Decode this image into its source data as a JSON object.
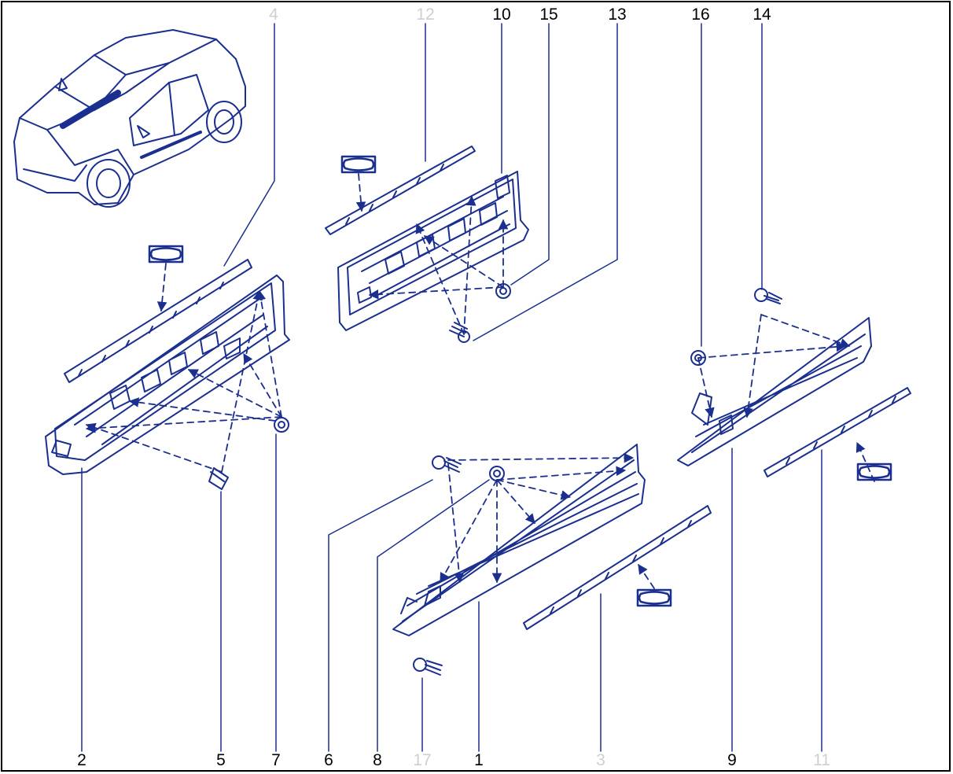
{
  "diagram": {
    "line_color": "#1b2f8f",
    "fill_color": "#ffffff",
    "frame_color": "#000000",
    "muted_label_color": "#cfcfcf",
    "callouts_top": [
      {
        "label": "4",
        "muted": true
      },
      {
        "label": "12",
        "muted": true
      },
      {
        "label": "10",
        "muted": false
      },
      {
        "label": "15",
        "muted": false
      },
      {
        "label": "13",
        "muted": false
      },
      {
        "label": "16",
        "muted": false
      },
      {
        "label": "14",
        "muted": false
      }
    ],
    "callouts_bottom": [
      {
        "label": "2",
        "muted": false
      },
      {
        "label": "5",
        "muted": false
      },
      {
        "label": "7",
        "muted": false
      },
      {
        "label": "6",
        "muted": false
      },
      {
        "label": "8",
        "muted": false
      },
      {
        "label": "17",
        "muted": true
      },
      {
        "label": "1",
        "muted": false
      },
      {
        "label": "3",
        "muted": true
      },
      {
        "label": "9",
        "muted": false
      },
      {
        "label": "11",
        "muted": true
      }
    ]
  }
}
